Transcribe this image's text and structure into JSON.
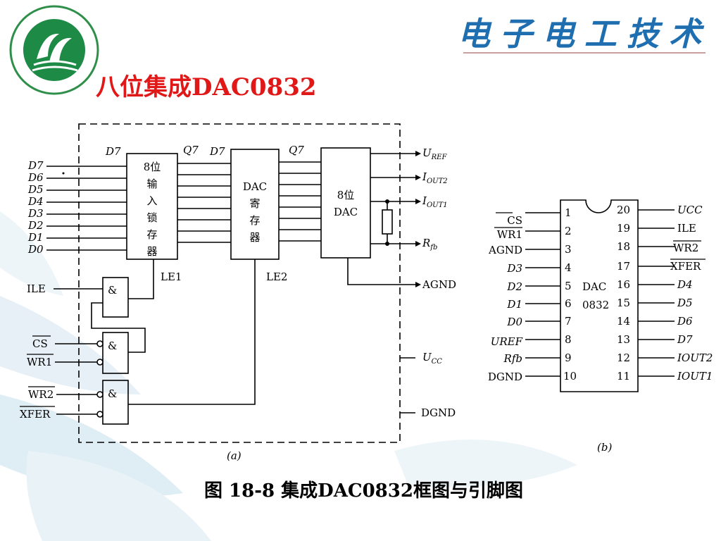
{
  "header": {
    "title": "八位集成DAC0832",
    "brand": "电子电工技术"
  },
  "caption": "图 18-8  集成DAC0832框图与引脚图",
  "block_diagram": {
    "latch_label": "8位输入锁存器",
    "register_label": "DAC寄存器",
    "dac_label": "8位DAC",
    "inputs_data": [
      "D7",
      "D6",
      "D5",
      "D4",
      "D3",
      "D2",
      "D1",
      "D0"
    ],
    "d7_top": "D7",
    "q7_top": "Q7",
    "d7_reg": "D7",
    "q7_reg": "Q7",
    "ile": "ILE",
    "cs": "CS",
    "wr1": "WR1",
    "wr2": "WR2",
    "xfer": "XFER",
    "and_symbol": "&",
    "le1": "LE1",
    "le2": "LE2",
    "uref": "U",
    "uref_sub": "REF",
    "iout2": "I",
    "iout2_sub": "OUT2",
    "iout1": "I",
    "iout1_sub": "OUT1",
    "rfb": "R",
    "rfb_sub": "fb",
    "agnd": "AGND",
    "ucc": "U",
    "ucc_sub": "CC",
    "dgnd": "DGND",
    "sub_label": "(a)"
  },
  "pinout": {
    "chip_label_1": "DAC",
    "chip_label_2": "0832",
    "left_pins": [
      {
        "num": "1",
        "name": "CS"
      },
      {
        "num": "2",
        "name": "WR1"
      },
      {
        "num": "3",
        "name": "AGND"
      },
      {
        "num": "4",
        "name": "D3"
      },
      {
        "num": "5",
        "name": "D2"
      },
      {
        "num": "6",
        "name": "D1"
      },
      {
        "num": "7",
        "name": "D0"
      },
      {
        "num": "8",
        "name": "UREF"
      },
      {
        "num": "9",
        "name": "Rfb"
      },
      {
        "num": "10",
        "name": "DGND"
      }
    ],
    "right_pins": [
      {
        "num": "20",
        "name": "UCC"
      },
      {
        "num": "19",
        "name": "ILE"
      },
      {
        "num": "18",
        "name": "WR2"
      },
      {
        "num": "17",
        "name": "XFER"
      },
      {
        "num": "16",
        "name": "D4"
      },
      {
        "num": "15",
        "name": "D5"
      },
      {
        "num": "14",
        "name": "D6"
      },
      {
        "num": "13",
        "name": "D7"
      },
      {
        "num": "12",
        "name": "IOUT2"
      },
      {
        "num": "11",
        "name": "IOUT1"
      }
    ],
    "sub_label": "(b)"
  }
}
